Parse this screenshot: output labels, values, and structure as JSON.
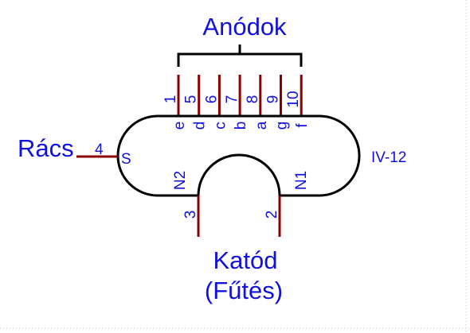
{
  "labels": {
    "anodes": "Anódok",
    "grid": "Rács",
    "cathode_line1": "Katód",
    "cathode_line2": "(Fűtés)",
    "tube_type": "IV-12",
    "grid_pin_number": "4",
    "grid_pin_name": "S",
    "cathode_pins": [
      {
        "number": "3",
        "name": "N2"
      },
      {
        "number": "2",
        "name": "N1"
      }
    ]
  },
  "anode_pins": [
    {
      "number": "1",
      "segment": "e"
    },
    {
      "number": "5",
      "segment": "d"
    },
    {
      "number": "6",
      "segment": "c"
    },
    {
      "number": "7",
      "segment": "b"
    },
    {
      "number": "8",
      "segment": "a"
    },
    {
      "number": "9",
      "segment": "g"
    },
    {
      "number": "10",
      "segment": "f"
    }
  ],
  "colors": {
    "text": "#1010e0",
    "pin": "#8b0000",
    "outline": "#000000",
    "background": "#ffffff"
  }
}
